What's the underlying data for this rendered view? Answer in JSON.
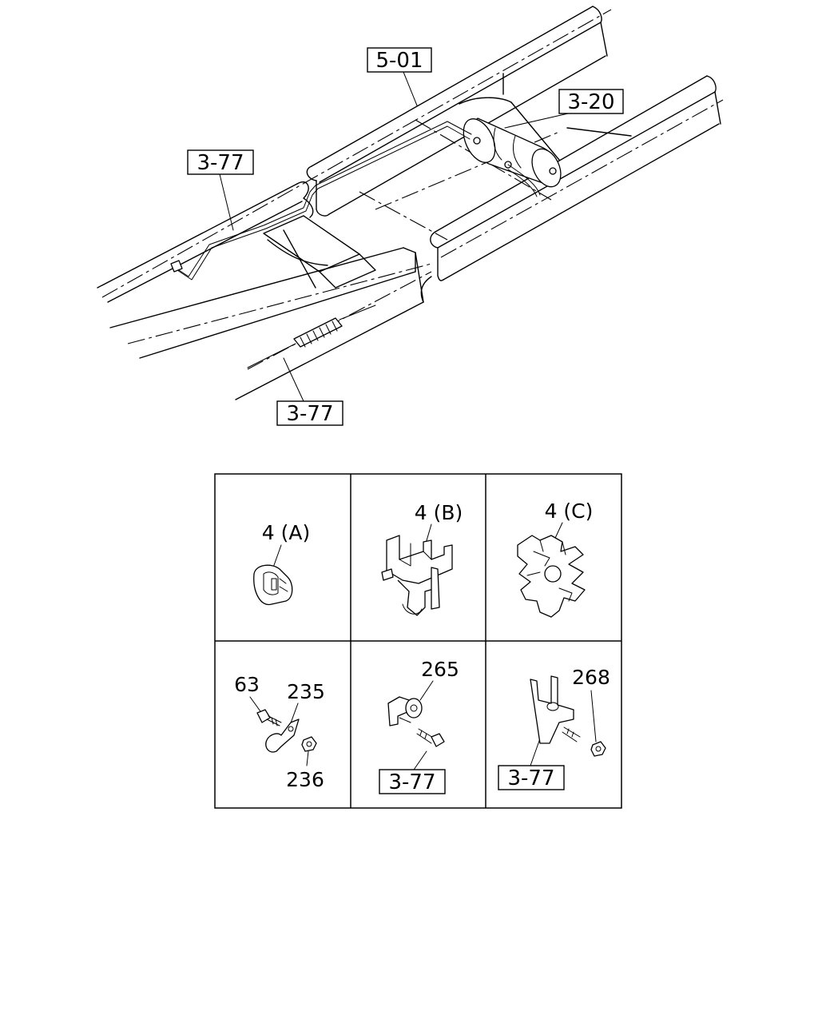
{
  "callouts": {
    "main_5_01": "5-01",
    "main_3_20": "3-20",
    "main_3_77_upper": "3-77",
    "main_3_77_lower": "3-77"
  },
  "detail_panels": [
    {
      "labels": [
        "4 (A)"
      ]
    },
    {
      "labels": [
        "4 (B)"
      ]
    },
    {
      "labels": [
        "4 (C)"
      ]
    },
    {
      "labels": [
        "63",
        "235",
        "236"
      ]
    },
    {
      "labels": [
        "265",
        "3-77"
      ]
    },
    {
      "labels": [
        "268",
        "3-77"
      ]
    }
  ]
}
